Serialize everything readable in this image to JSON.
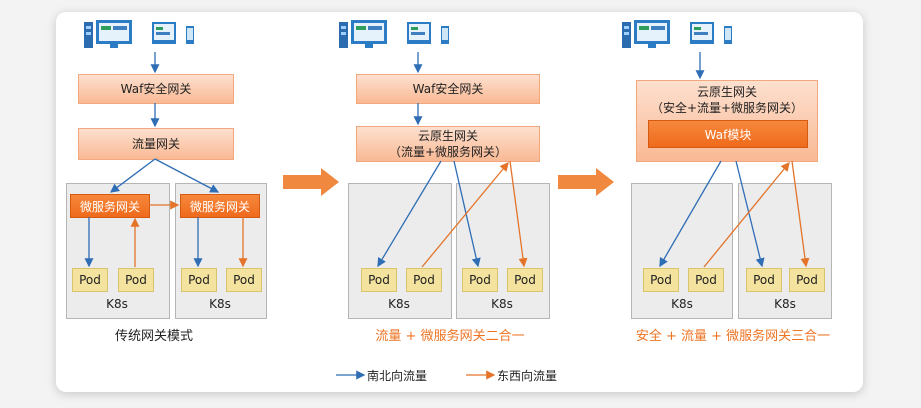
{
  "panel1": {
    "waf": "Waf安全网关",
    "traffic_gateway": "流量网关",
    "microservice_gateway": "微服务网关",
    "pod": "Pod",
    "k8s": "K8s",
    "caption": "传统网关模式"
  },
  "panel2": {
    "waf": "Waf安全网关",
    "cloud_gateway_line1": "云原生网关",
    "cloud_gateway_line2": "（流量+微服务网关）",
    "pod": "Pod",
    "k8s": "K8s",
    "caption": "流量 + 微服务网关二合一"
  },
  "panel3": {
    "cloud_gateway_line1": "云原生网关",
    "cloud_gateway_line2": "（安全+流量+微服务网关）",
    "waf_module": "Waf模块",
    "pod": "Pod",
    "k8s": "K8s",
    "caption": "安全 + 流量 + 微服务网关三合一"
  },
  "legend": {
    "north_south": "南北向流量",
    "east_west": "东西向流量"
  },
  "colors": {
    "north_south": "#2f6db5",
    "east_west": "#e3742a",
    "caption_orange": "#ee7424",
    "big_arrow": "#f0883f"
  }
}
